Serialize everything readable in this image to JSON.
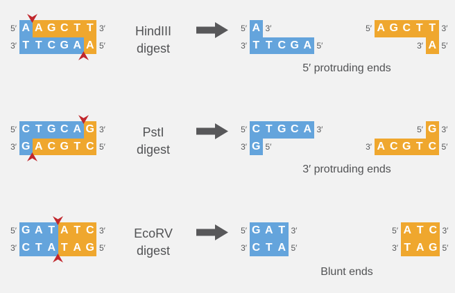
{
  "colors": {
    "blue": "#64A4DC",
    "orange": "#EFA72E",
    "cut_red": "#C1272D",
    "arrow": "#58585A",
    "text": "#515254",
    "prime_label": "#57585A",
    "base_text": "#FFFFFF",
    "background": "#F2F2F2"
  },
  "rows": [
    {
      "enzyme": "HindIII",
      "digest_word": "digest",
      "caption": "5′ protruding ends",
      "substrate": {
        "strands": [
          {
            "left_label": "5′",
            "right_label": "3′",
            "offset": 0,
            "cells": [
              {
                "base": "A",
                "color": "blue"
              },
              {
                "base": "A",
                "color": "orange"
              },
              {
                "base": "G",
                "color": "orange"
              },
              {
                "base": "C",
                "color": "orange"
              },
              {
                "base": "T",
                "color": "orange"
              },
              {
                "base": "T",
                "color": "orange"
              }
            ]
          },
          {
            "left_label": "3′",
            "right_label": "5′",
            "offset": 0,
            "cells": [
              {
                "base": "T",
                "color": "blue"
              },
              {
                "base": "T",
                "color": "blue"
              },
              {
                "base": "C",
                "color": "blue"
              },
              {
                "base": "G",
                "color": "blue"
              },
              {
                "base": "A",
                "color": "blue"
              },
              {
                "base": "A",
                "color": "orange"
              }
            ]
          }
        ],
        "cuts": [
          {
            "strand": 0,
            "after": 1
          },
          {
            "strand": 1,
            "after": 5
          }
        ]
      },
      "left_fragment": {
        "strands": [
          {
            "left_label": "5′",
            "right_label": "3′",
            "offset": 0,
            "cells": [
              {
                "base": "A",
                "color": "blue"
              }
            ]
          },
          {
            "left_label": "3′",
            "right_label": "5′",
            "offset": 0,
            "cells": [
              {
                "base": "T",
                "color": "blue"
              },
              {
                "base": "T",
                "color": "blue"
              },
              {
                "base": "C",
                "color": "blue"
              },
              {
                "base": "G",
                "color": "blue"
              },
              {
                "base": "A",
                "color": "blue"
              }
            ]
          }
        ],
        "cuts": []
      },
      "right_fragment": {
        "strands": [
          {
            "left_label": "5′",
            "right_label": "3′",
            "offset": 0,
            "cells": [
              {
                "base": "A",
                "color": "orange"
              },
              {
                "base": "G",
                "color": "orange"
              },
              {
                "base": "C",
                "color": "orange"
              },
              {
                "base": "T",
                "color": "orange"
              },
              {
                "base": "T",
                "color": "orange"
              }
            ]
          },
          {
            "left_label": "3′",
            "right_label": "5′",
            "offset": 4,
            "cells": [
              {
                "base": "A",
                "color": "orange"
              }
            ]
          }
        ],
        "cuts": []
      }
    },
    {
      "enzyme": "PstI",
      "digest_word": "digest",
      "caption": "3′ protruding ends",
      "substrate": {
        "strands": [
          {
            "left_label": "5′",
            "right_label": "3′",
            "offset": 0,
            "cells": [
              {
                "base": "C",
                "color": "blue"
              },
              {
                "base": "T",
                "color": "blue"
              },
              {
                "base": "G",
                "color": "blue"
              },
              {
                "base": "C",
                "color": "blue"
              },
              {
                "base": "A",
                "color": "blue"
              },
              {
                "base": "G",
                "color": "orange"
              }
            ]
          },
          {
            "left_label": "3′",
            "right_label": "5′",
            "offset": 0,
            "cells": [
              {
                "base": "G",
                "color": "blue"
              },
              {
                "base": "A",
                "color": "orange"
              },
              {
                "base": "C",
                "color": "orange"
              },
              {
                "base": "G",
                "color": "orange"
              },
              {
                "base": "T",
                "color": "orange"
              },
              {
                "base": "C",
                "color": "orange"
              }
            ]
          }
        ],
        "cuts": [
          {
            "strand": 0,
            "after": 5
          },
          {
            "strand": 1,
            "after": 1
          }
        ]
      },
      "left_fragment": {
        "strands": [
          {
            "left_label": "5′",
            "right_label": "3′",
            "offset": 0,
            "cells": [
              {
                "base": "C",
                "color": "blue"
              },
              {
                "base": "T",
                "color": "blue"
              },
              {
                "base": "G",
                "color": "blue"
              },
              {
                "base": "C",
                "color": "blue"
              },
              {
                "base": "A",
                "color": "blue"
              }
            ]
          },
          {
            "left_label": "3′",
            "right_label": "5′",
            "offset": 0,
            "cells": [
              {
                "base": "G",
                "color": "blue"
              }
            ]
          }
        ],
        "cuts": []
      },
      "right_fragment": {
        "strands": [
          {
            "left_label": "5′",
            "right_label": "3′",
            "offset": 4,
            "cells": [
              {
                "base": "G",
                "color": "orange"
              }
            ]
          },
          {
            "left_label": "3′",
            "right_label": "5′",
            "offset": 0,
            "cells": [
              {
                "base": "A",
                "color": "orange"
              },
              {
                "base": "C",
                "color": "orange"
              },
              {
                "base": "G",
                "color": "orange"
              },
              {
                "base": "T",
                "color": "orange"
              },
              {
                "base": "C",
                "color": "orange"
              }
            ]
          }
        ],
        "cuts": []
      }
    },
    {
      "enzyme": "EcoRV",
      "digest_word": "digest",
      "caption": "Blunt ends",
      "substrate": {
        "strands": [
          {
            "left_label": "5′",
            "right_label": "3′",
            "offset": 0,
            "cells": [
              {
                "base": "G",
                "color": "blue"
              },
              {
                "base": "A",
                "color": "blue"
              },
              {
                "base": "T",
                "color": "blue"
              },
              {
                "base": "A",
                "color": "orange"
              },
              {
                "base": "T",
                "color": "orange"
              },
              {
                "base": "C",
                "color": "orange"
              }
            ]
          },
          {
            "left_label": "3′",
            "right_label": "5′",
            "offset": 0,
            "cells": [
              {
                "base": "C",
                "color": "blue"
              },
              {
                "base": "T",
                "color": "blue"
              },
              {
                "base": "A",
                "color": "blue"
              },
              {
                "base": "T",
                "color": "orange"
              },
              {
                "base": "A",
                "color": "orange"
              },
              {
                "base": "G",
                "color": "orange"
              }
            ]
          }
        ],
        "cuts": [
          {
            "strand": 0,
            "after": 3
          },
          {
            "strand": 1,
            "after": 3
          }
        ]
      },
      "left_fragment": {
        "strands": [
          {
            "left_label": "5′",
            "right_label": "3′",
            "offset": 0,
            "cells": [
              {
                "base": "G",
                "color": "blue"
              },
              {
                "base": "A",
                "color": "blue"
              },
              {
                "base": "T",
                "color": "blue"
              }
            ]
          },
          {
            "left_label": "3′",
            "right_label": "5′",
            "offset": 0,
            "cells": [
              {
                "base": "C",
                "color": "blue"
              },
              {
                "base": "T",
                "color": "blue"
              },
              {
                "base": "A",
                "color": "blue"
              }
            ]
          }
        ],
        "cuts": []
      },
      "right_fragment": {
        "strands": [
          {
            "left_label": "5′",
            "right_label": "3′",
            "offset": 0,
            "cells": [
              {
                "base": "A",
                "color": "orange"
              },
              {
                "base": "T",
                "color": "orange"
              },
              {
                "base": "C",
                "color": "orange"
              }
            ]
          },
          {
            "left_label": "3′",
            "right_label": "5′",
            "offset": 0,
            "cells": [
              {
                "base": "T",
                "color": "orange"
              },
              {
                "base": "A",
                "color": "orange"
              },
              {
                "base": "G",
                "color": "orange"
              }
            ]
          }
        ],
        "cuts": []
      }
    }
  ]
}
